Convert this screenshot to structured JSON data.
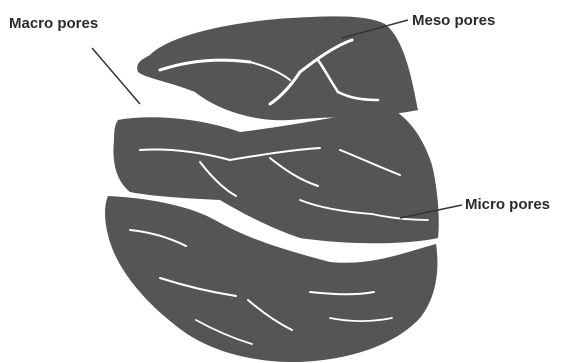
{
  "labels": {
    "macro": "Macro pores",
    "meso": "Meso pores",
    "micro": "Micro pores"
  },
  "colors": {
    "aggregate": "#555555",
    "pore": "#ffffff",
    "leader": "#333333",
    "text": "#2b2b2b"
  }
}
